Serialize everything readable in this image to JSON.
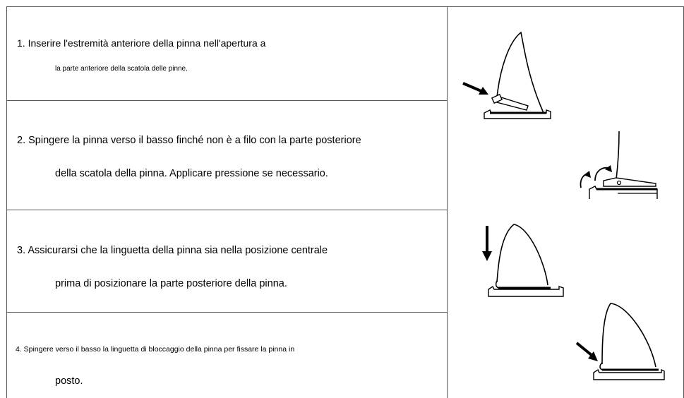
{
  "steps": [
    {
      "line1": "1. Inserire l'estremità anteriore della pinna nell'apertura a",
      "line2": "la parte anteriore della scatola delle pinne."
    },
    {
      "line1": "2. Spingere la pinna verso il basso finché non è a filo con la parte posteriore",
      "line2": "della scatola della pinna. Applicare pressione se necessario."
    },
    {
      "line1": "3. Assicurarsi che la linguetta della pinna sia nella posizione centrale",
      "line2": "prima di posizionare la parte posteriore della pinna."
    },
    {
      "line1": "4. Spingere verso il basso la linguetta di bloccaggio della pinna per fissare la pinna in",
      "line2": "posto."
    }
  ],
  "illustrations": [
    {
      "icon": "fin-insert-front-illustration"
    },
    {
      "icon": "fin-push-down-flush-illustration"
    },
    {
      "icon": "fin-tab-center-illustration"
    },
    {
      "icon": "fin-lock-tab-illustration"
    }
  ]
}
